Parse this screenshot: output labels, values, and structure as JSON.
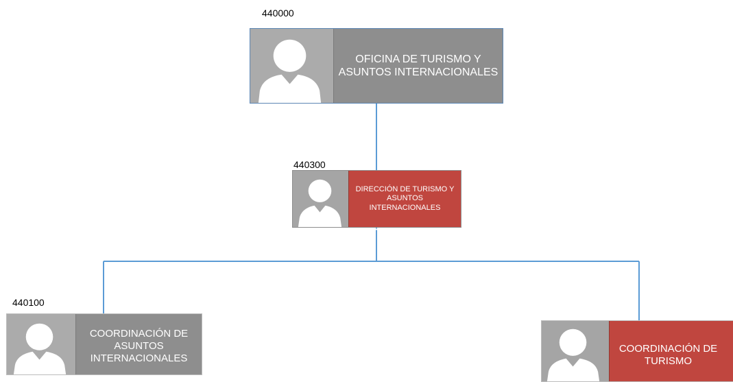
{
  "chart": {
    "nodes": [
      {
        "id": "top",
        "code": "440000",
        "title": "OFICINA DE TURISMO Y ASUNTOS INTERNACIONALES",
        "color": "#8e8e8e"
      },
      {
        "id": "mid",
        "code": "440300",
        "title": "DIRECCIÓN DE TURISMO Y ASUNTOS INTERNACIONALES",
        "color": "#c0463f"
      },
      {
        "id": "left",
        "code": "440100",
        "title": "COORDINACIÓN DE ASUNTOS INTERNACIONALES",
        "color": "#8e8e8e"
      },
      {
        "id": "right",
        "code": "",
        "title": "COORDINACIÓN DE TURISMO",
        "color": "#c0463f"
      }
    ],
    "connector_color": "#5b9bd5",
    "icons": {
      "photo": "person-placeholder-icon"
    }
  }
}
